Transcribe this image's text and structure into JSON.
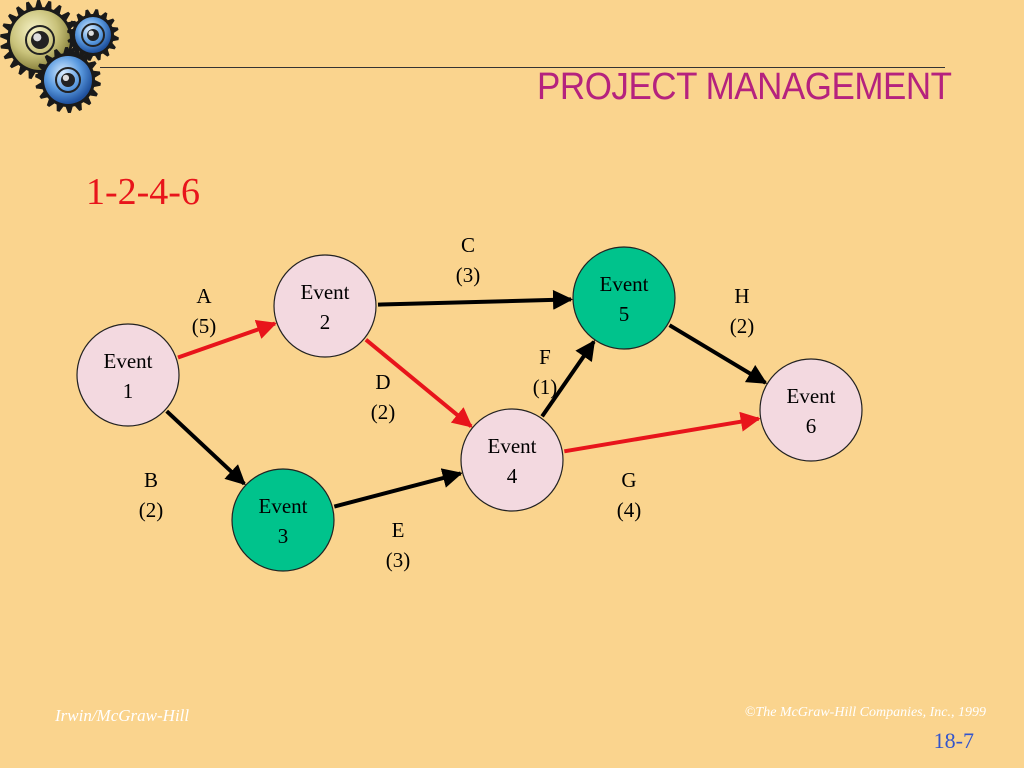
{
  "slide": {
    "title": "PROJECT MANAGEMENT",
    "path": "1-2-4-6",
    "footer_left": "Irwin/McGraw-Hill",
    "footer_right": "©The McGraw-Hill Companies, Inc., 1999",
    "page_number": "18-7"
  },
  "colors": {
    "background": "#FAD48E",
    "title": "#B5227E",
    "critical": "#E8141B",
    "normal_arrow": "#000000",
    "node_pink": "#F3D9E0",
    "node_green": "#00C38C",
    "page_number": "#3355CC"
  },
  "icons": [
    "gears-icon"
  ],
  "diagram": {
    "nodes": [
      {
        "id": "1",
        "line1": "Event",
        "line2": "1",
        "fill": "pink"
      },
      {
        "id": "2",
        "line1": "Event",
        "line2": "2",
        "fill": "pink"
      },
      {
        "id": "3",
        "line1": "Event",
        "line2": "3",
        "fill": "green"
      },
      {
        "id": "4",
        "line1": "Event",
        "line2": "4",
        "fill": "pink"
      },
      {
        "id": "5",
        "line1": "Event",
        "line2": "5",
        "fill": "green"
      },
      {
        "id": "6",
        "line1": "Event",
        "line2": "6",
        "fill": "pink"
      }
    ],
    "activities": [
      {
        "from": "1",
        "to": "2",
        "name": "A",
        "duration": "(5)",
        "critical": true
      },
      {
        "from": "1",
        "to": "3",
        "name": "B",
        "duration": "(2)",
        "critical": false
      },
      {
        "from": "2",
        "to": "5",
        "name": "C",
        "duration": "(3)",
        "critical": false
      },
      {
        "from": "2",
        "to": "4",
        "name": "D",
        "duration": "(2)",
        "critical": true
      },
      {
        "from": "3",
        "to": "4",
        "name": "E",
        "duration": "(3)",
        "critical": false
      },
      {
        "from": "4",
        "to": "5",
        "name": "F",
        "duration": "(1)",
        "critical": false
      },
      {
        "from": "4",
        "to": "6",
        "name": "G",
        "duration": "(4)",
        "critical": true
      },
      {
        "from": "5",
        "to": "6",
        "name": "H",
        "duration": "(2)",
        "critical": false
      }
    ]
  }
}
